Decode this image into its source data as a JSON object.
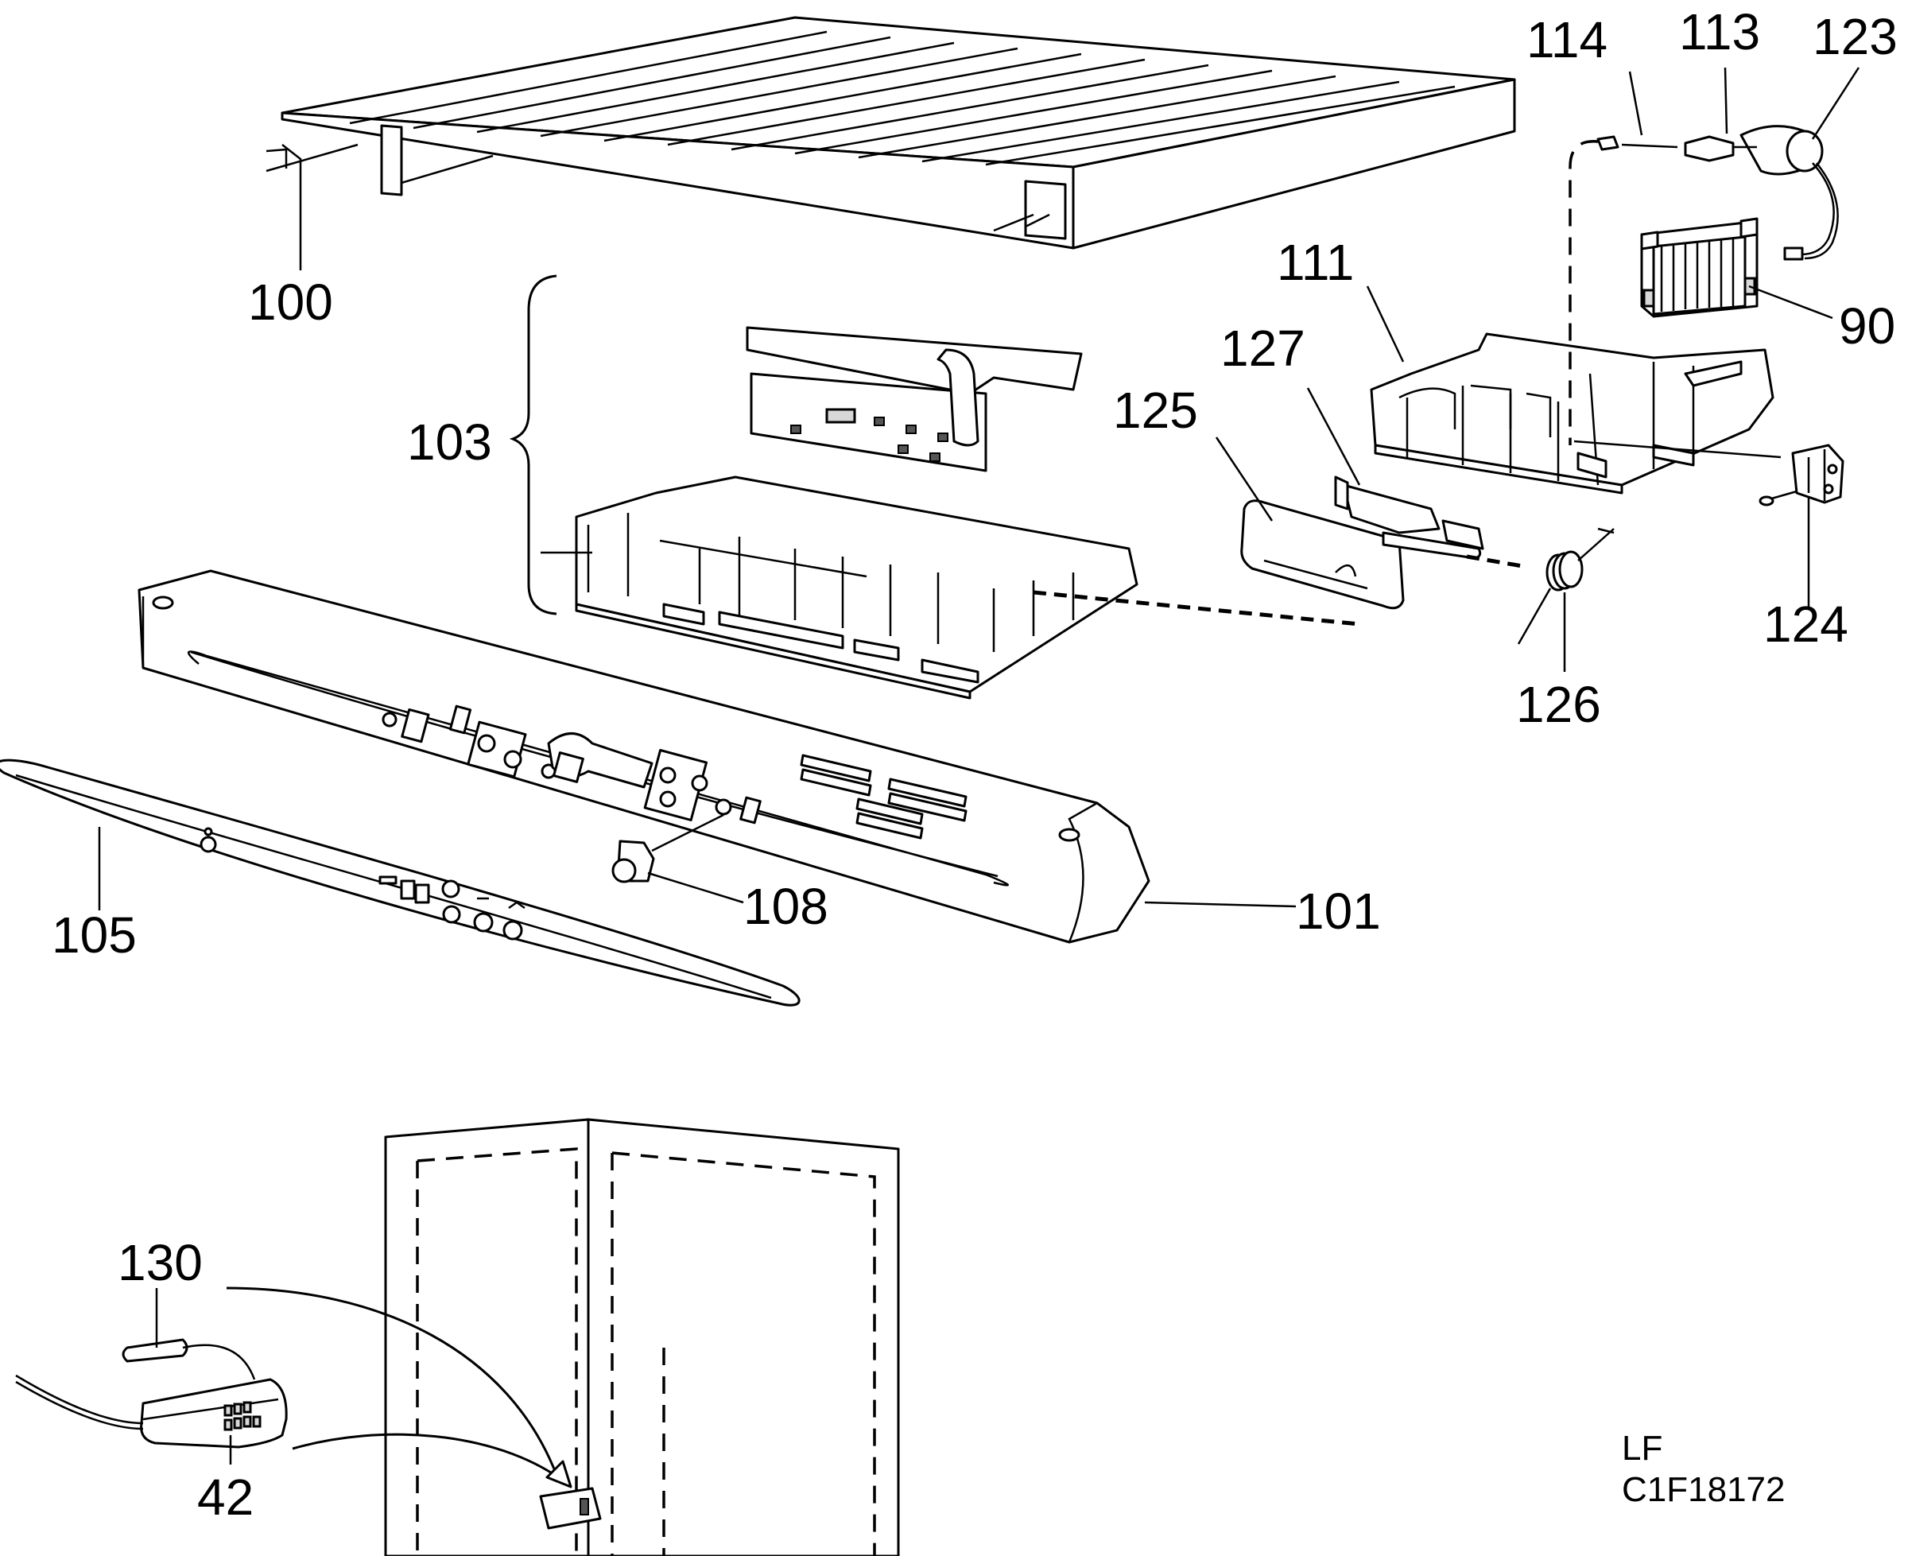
{
  "callouts": {
    "c100": "100",
    "c103": "103",
    "c111": "111",
    "c127": "127",
    "c125": "125",
    "c114": "114",
    "c113": "113",
    "c123": "123",
    "c90": "90",
    "c124": "124",
    "c126": "126",
    "c101": "101",
    "c108": "108",
    "c105": "105",
    "c130": "130",
    "c42": "42"
  },
  "reference": {
    "line1": "LF",
    "line2": "C1F18172"
  }
}
